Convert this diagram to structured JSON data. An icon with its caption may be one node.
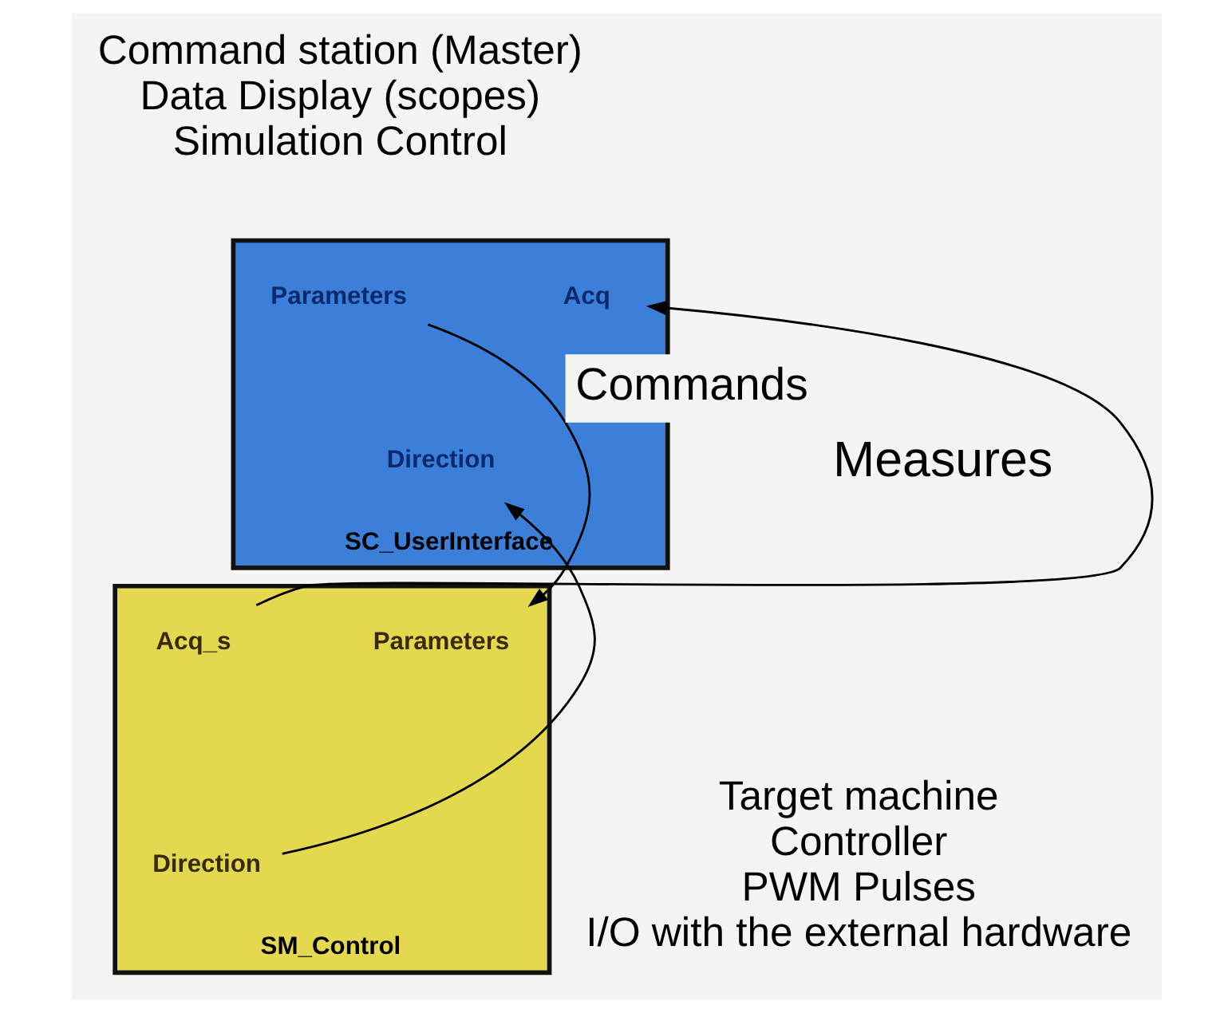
{
  "diagram": {
    "nodes": [
      {
        "text": [
          "SC_UserInterface"
        ],
        "beside": [
          "Command station (Master)",
          "Data Display (scopes)",
          "Simulation Control"
        ]
      },
      {
        "text": [
          "Parameters"
        ],
        "in": 0
      },
      {
        "text": [
          "Acq"
        ],
        "in": 0
      },
      {
        "text": [
          "Direction"
        ],
        "in": 0
      },
      {
        "text": [
          "SM_Control"
        ],
        "beside": [
          "Target machine",
          "Controller",
          "PWM Pulses",
          "I/O with the external hardware"
        ]
      },
      {
        "text": [
          "Parameters"
        ],
        "in": 4
      },
      {
        "text": [
          "Acq_s"
        ],
        "in": 4
      },
      {
        "text": [
          "Direction"
        ],
        "in": 4
      }
    ],
    "edges": [
      {
        "from": 1,
        "to": 5,
        "arrow": "to",
        "label": "Commands"
      },
      {
        "from": 6,
        "to": 2,
        "arrow": "to"
      },
      {
        "from": 7,
        "to": 3,
        "arrow": "to"
      }
    ],
    "labels": [
      "Measures"
    ]
  }
}
